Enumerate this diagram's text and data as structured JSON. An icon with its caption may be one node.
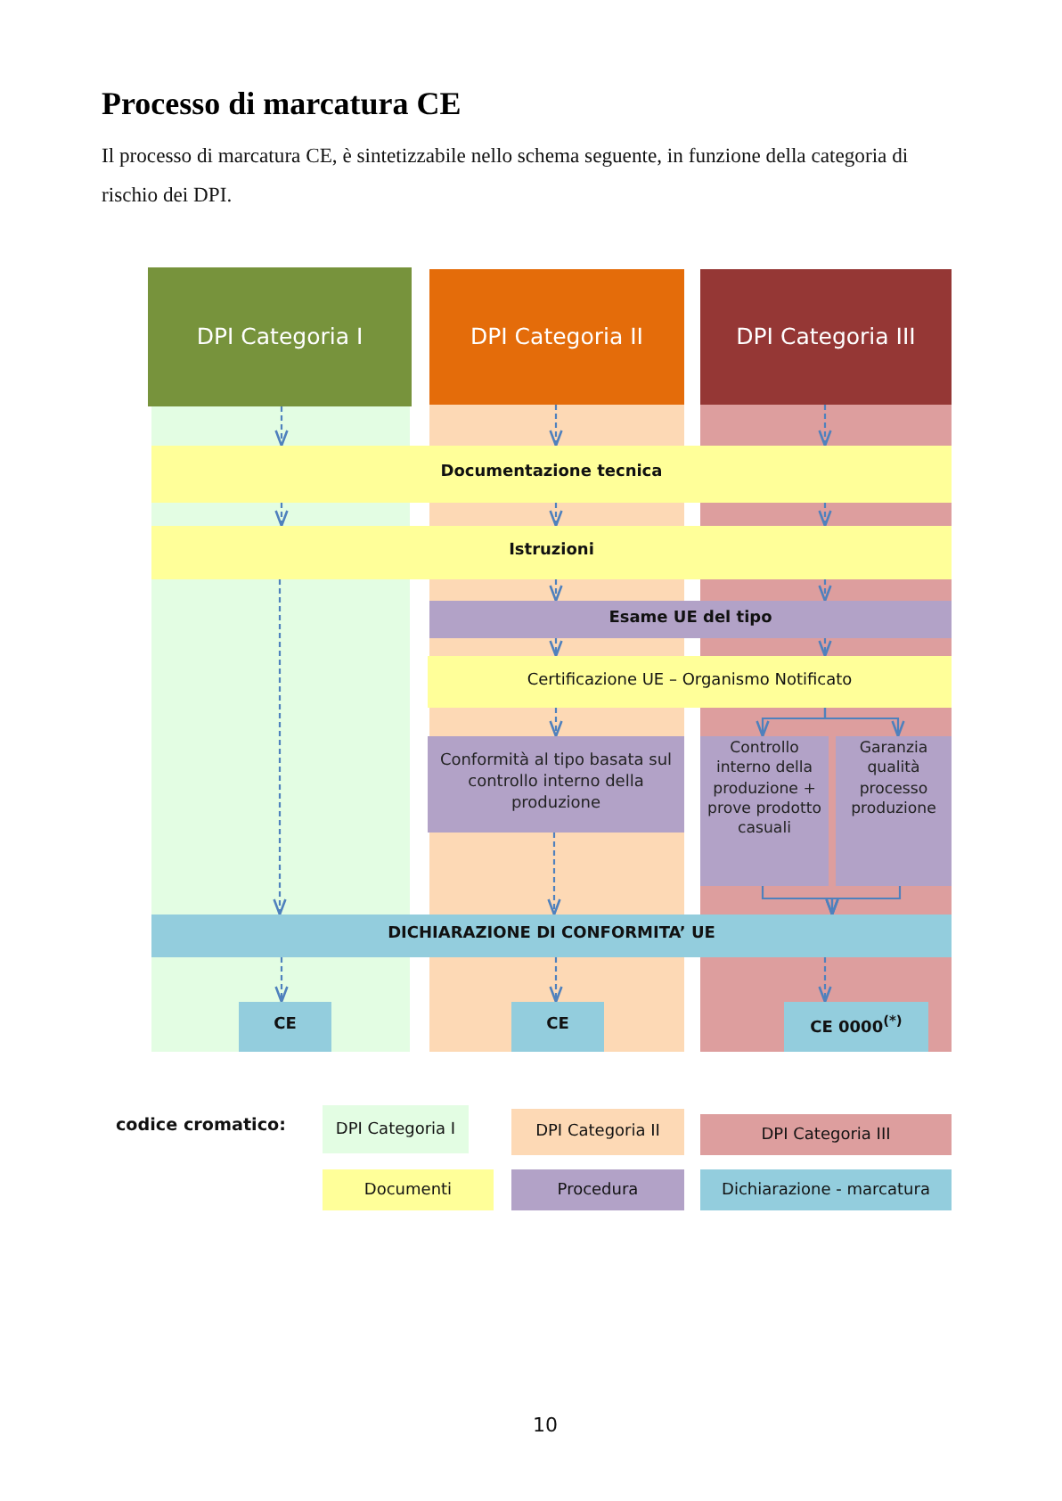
{
  "diagram": {
    "title": "Processo di marcatura CE",
    "nodes": [
      {
        "text": [
          "DPI Categoria I"
        ]
      },
      {
        "text": [
          "DPI Categoria II"
        ]
      },
      {
        "text": [
          "DPI Categoria III"
        ]
      },
      {
        "text": [
          "Documentazione tecnica"
        ]
      },
      {
        "text": [
          "Istruzioni"
        ]
      },
      {
        "text": [
          "Esame UE del tipo"
        ]
      },
      {
        "text": [
          "Certificazione UE – Organismo Notificato"
        ]
      },
      {
        "text": [
          "Conformità al tipo basata sul controllo interno della produzione"
        ]
      },
      {
        "text": [
          "Controllo interno della produzione + prove prodotto casuali"
        ]
      },
      {
        "text": [
          "Garanzia qualità processo produzione"
        ]
      },
      {
        "text": [
          "DICHIARAZIONE DI CONFORMITA’ UE"
        ]
      },
      {
        "text": [
          "CE"
        ]
      },
      {
        "text": [
          "CE"
        ]
      },
      {
        "text": [
          "CE 0000$^{(*)}$"
        ]
      }
    ],
    "edges": [
      {
        "from": 0,
        "to": 3,
        "arrow": "to",
        "style": "dashed"
      },
      {
        "from": 1,
        "to": 3,
        "arrow": "to",
        "style": "dashed"
      },
      {
        "from": 2,
        "to": 3,
        "arrow": "to",
        "style": "dashed"
      },
      {
        "from": 3,
        "to": 4,
        "arrow": "to",
        "style": "dashed"
      },
      {
        "from": 3,
        "to": 4,
        "arrow": "to",
        "style": "dashed"
      },
      {
        "from": 3,
        "to": 4,
        "arrow": "to",
        "style": "dashed"
      },
      {
        "from": 4,
        "to": 10,
        "arrow": "to",
        "style": "dashed"
      },
      {
        "from": 4,
        "to": 5,
        "arrow": "to",
        "style": "dashed"
      },
      {
        "from": 4,
        "to": 5,
        "arrow": "to",
        "style": "dashed"
      },
      {
        "from": 5,
        "to": 6,
        "arrow": "to",
        "style": "dashed"
      },
      {
        "from": 5,
        "to": 6,
        "arrow": "to",
        "style": "dashed"
      },
      {
        "from": 6,
        "to": 7,
        "arrow": "to",
        "style": "dashed"
      },
      {
        "from": 6,
        "to": 8,
        "arrow": "to"
      },
      {
        "from": 6,
        "to": 9,
        "arrow": "to"
      },
      {
        "from": 7,
        "to": 10,
        "arrow": "to",
        "style": "dashed"
      },
      {
        "from": 8,
        "to": 10,
        "arrow": "to"
      },
      {
        "from": 9,
        "to": 10,
        "arrow": "to"
      },
      {
        "from": 10,
        "to": 11,
        "arrow": "to",
        "style": "dashed"
      },
      {
        "from": 10,
        "to": 12,
        "arrow": "to",
        "style": "dashed"
      },
      {
        "from": 10,
        "to": 13,
        "arrow": "to",
        "style": "dashed"
      }
    ],
    "labels": [
      "Il processo di marcatura CE, è sintetizzabile nello schema seguente, in funzione della categoria di rischio dei DPI.",
      "codice cromatico:",
      "10"
    ],
    "legend": [
      {
        "text": "DPI Categoria I",
        "color": "#e3fde3"
      },
      {
        "text": "DPI Categoria II",
        "color": "#fdd9b5"
      },
      {
        "text": "DPI Categoria III",
        "color": "#dd9e9e"
      },
      {
        "text": "Documenti",
        "color": "#ffff99"
      },
      {
        "text": "Procedura",
        "color": "#b2a2c7"
      },
      {
        "text": "Dichiarazione - marcatura",
        "color": "#93cddd"
      }
    ]
  }
}
